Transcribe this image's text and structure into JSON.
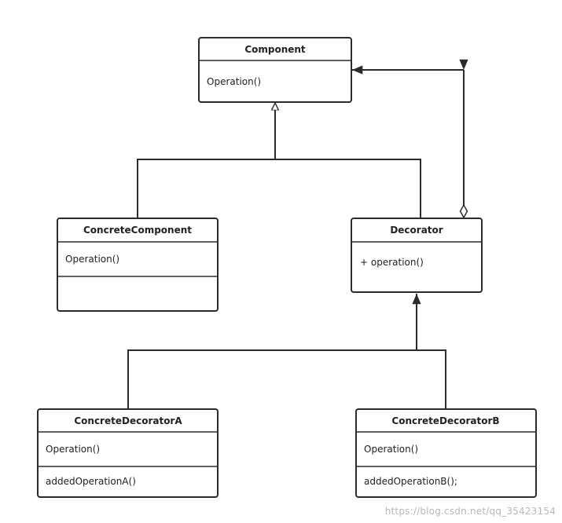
{
  "classes": {
    "component": {
      "name": "Component",
      "members": [
        "Operation()"
      ]
    },
    "concrete_component": {
      "name": "ConcreteComponent",
      "members": [
        "Operation()",
        ""
      ]
    },
    "decorator": {
      "name": "Decorator",
      "members": [
        "+ operation()"
      ]
    },
    "concrete_decorator_a": {
      "name": "ConcreteDecoratorA",
      "members": [
        "Operation()",
        "addedOperationA()"
      ]
    },
    "concrete_decorator_b": {
      "name": "ConcreteDecoratorB",
      "members": [
        "Operation()",
        "addedOperationB();"
      ]
    }
  },
  "relations": [
    {
      "type": "generalization",
      "from": "concrete_component",
      "to": "component",
      "arrow": "hollow-triangle"
    },
    {
      "type": "generalization",
      "from": "decorator",
      "to": "component",
      "arrow": "hollow-triangle"
    },
    {
      "type": "aggregation",
      "from": "decorator",
      "to": "component",
      "arrow": "filled-arrow",
      "tail": "hollow-diamond"
    },
    {
      "type": "generalization",
      "from": "concrete_decorator_a",
      "to": "decorator",
      "arrow": "filled-arrow"
    },
    {
      "type": "generalization",
      "from": "concrete_decorator_b",
      "to": "decorator",
      "arrow": "filled-arrow"
    }
  ],
  "watermark": "https://blog.csdn.net/qq_35423154",
  "colors": {
    "stroke": "#2b2b2b",
    "text": "#222222",
    "watermark": "#b8b8b8"
  }
}
